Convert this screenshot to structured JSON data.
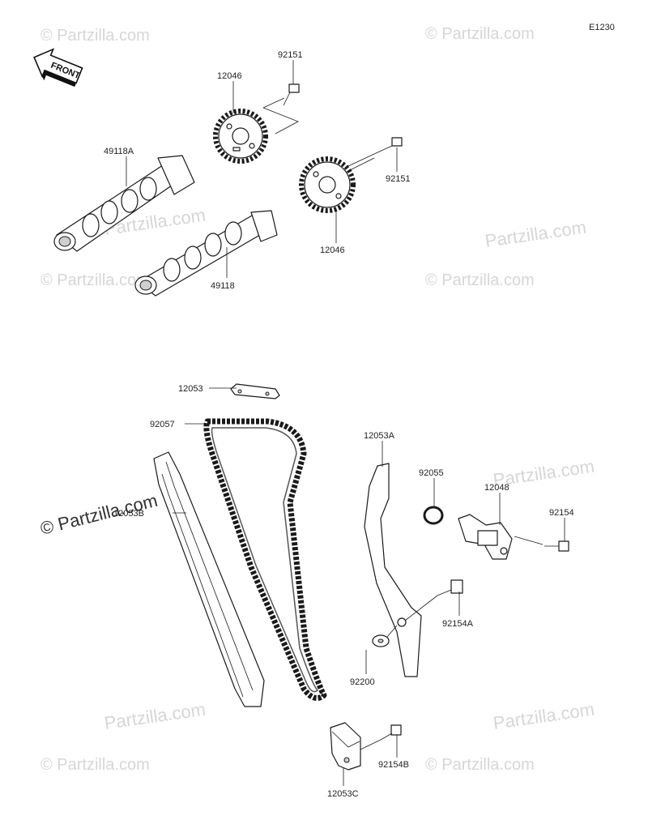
{
  "diagram_code": "E1230",
  "front_arrow": {
    "label": "FRONT",
    "icon": "front-arrow-icon"
  },
  "watermark": {
    "text": "© Partzilla.com",
    "small_text": "Partzilla.com"
  },
  "parts": {
    "bolt_top": "92151",
    "sprocket_top": "12046",
    "camshaft_a": "49118A",
    "bolt_right": "92151",
    "sprocket_right": "12046",
    "camshaft": "49118",
    "guide_top": "12053",
    "chain": "92057",
    "guide_tensioner": "12053A",
    "oring": "92055",
    "tensioner": "12048",
    "bolt_tensioner": "92154",
    "guide_left": "12053B",
    "bolt_pivot": "92154A",
    "washer": "92200",
    "bracket": "12053C",
    "bolt_bracket": "92154B"
  }
}
